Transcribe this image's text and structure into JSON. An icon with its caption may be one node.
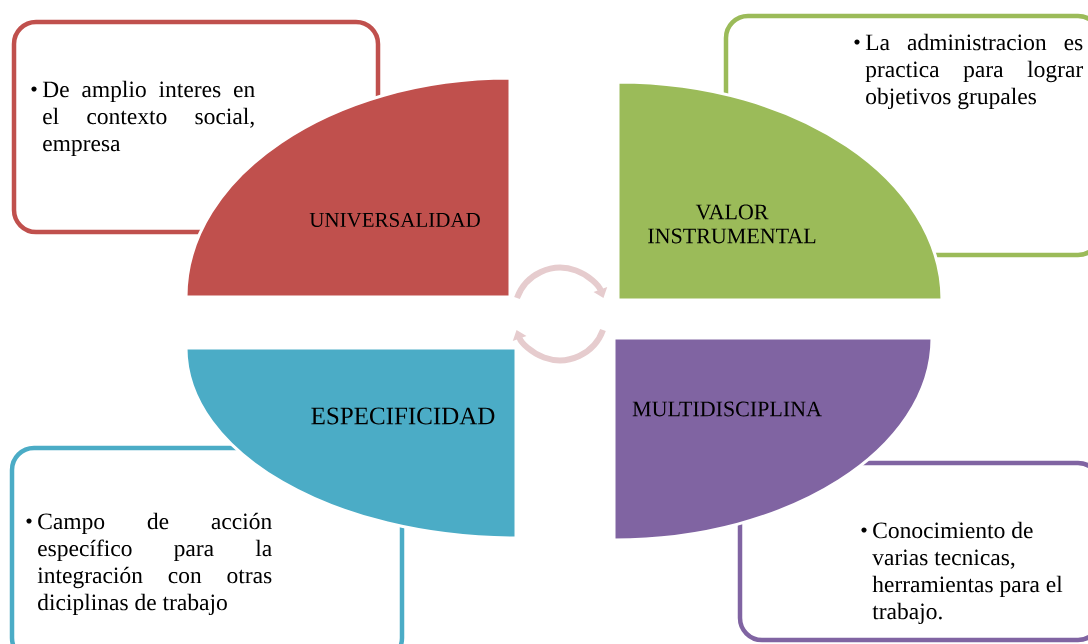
{
  "diagram": {
    "nodes": [
      {
        "text": [
          "De amplio interes en el contexto social, empresa"
        ]
      },
      {
        "text": [
          "UNIVERSALIDAD"
        ]
      },
      {
        "text": [
          "La administracion es practica para lograr objetivos grupales"
        ]
      },
      {
        "text": [
          "VALOR INSTRUMENTAL"
        ]
      },
      {
        "text": [
          "ESPECIFICIDAD"
        ]
      },
      {
        "text": [
          "MULTIDISCIPLINA"
        ]
      },
      {
        "text": [
          "Campo de acción específico para la integración con otras diciplinas de trabajo"
        ]
      },
      {
        "text": [
          "Conocimiento de varias tecnicas, herramientas para el trabajo."
        ]
      }
    ],
    "edges": []
  }
}
